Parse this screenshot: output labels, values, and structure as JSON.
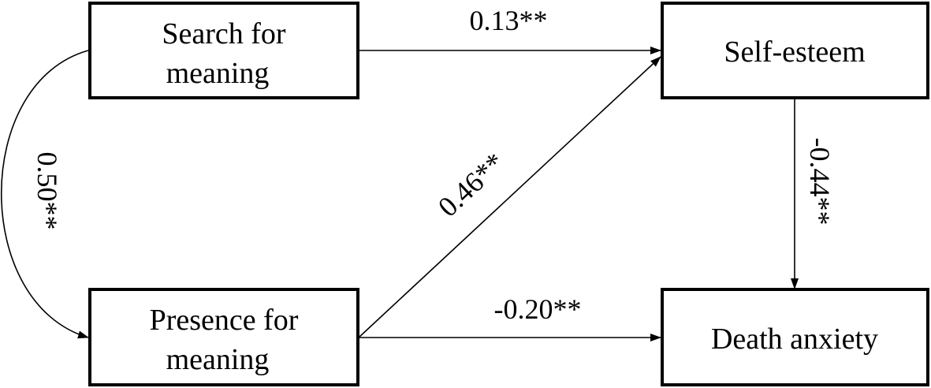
{
  "nodes": {
    "search": {
      "line1": "Search for",
      "line2": "meaning"
    },
    "presence": {
      "line1": "Presence for",
      "line2": "meaning"
    },
    "self_esteem": {
      "label": "Self-esteem"
    },
    "death_anxiety": {
      "label": "Death anxiety"
    }
  },
  "paths": {
    "search_to_self_esteem": "0.13**",
    "presence_to_self_esteem": "0.46**",
    "presence_to_death_anxiety": "-0.20**",
    "self_esteem_to_death_anxiety": "-0.44**",
    "search_presence_covariance": "0.50**"
  },
  "colors": {
    "stroke": "#000000",
    "background": "#ffffff"
  }
}
